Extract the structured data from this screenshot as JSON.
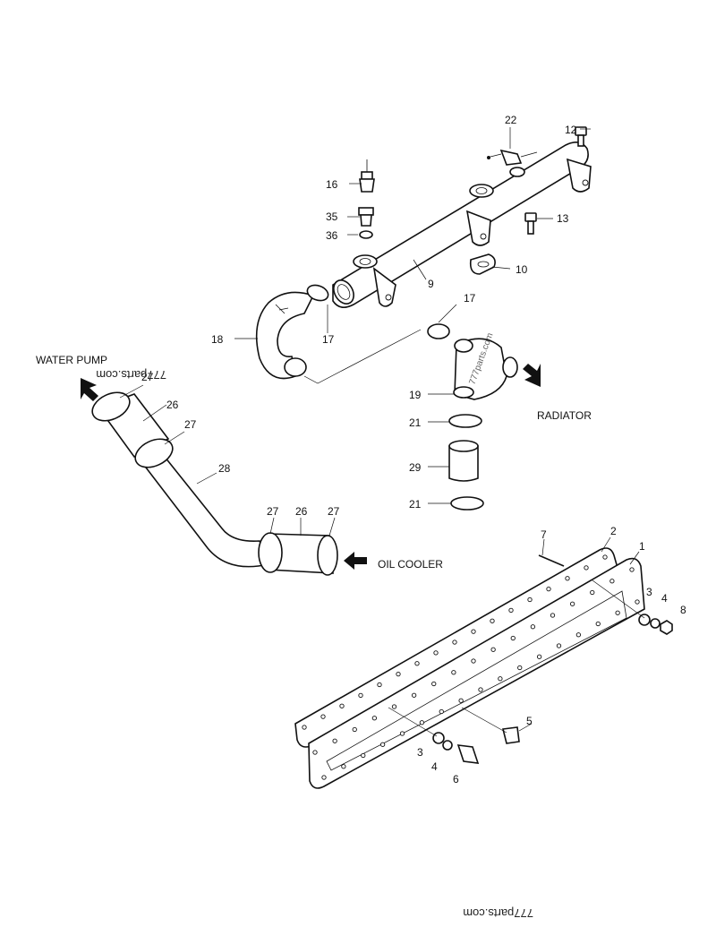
{
  "labels": {
    "water_pump": "WATER PUMP",
    "radiator": "RADIATOR",
    "oil_cooler": "OIL COOLER"
  },
  "watermarks": {
    "top": "777parts.com",
    "bottom": "777parts.com",
    "side": "777parts.com"
  },
  "callouts": {
    "c1": "1",
    "c2": "2",
    "c3a": "3",
    "c3b": "3",
    "c4a": "4",
    "c4b": "4",
    "c5": "5",
    "c6": "6",
    "c7": "7",
    "c8": "8",
    "c9": "9",
    "c10": "10",
    "c12": "12",
    "c13": "13",
    "c16": "16",
    "c17a": "17",
    "c17b": "17",
    "c18": "18",
    "c19": "19",
    "c21a": "21",
    "c21b": "21",
    "c22": "22",
    "c26a": "26",
    "c26b": "26",
    "c27a": "27",
    "c27b": "27",
    "c27c": "27",
    "c27d": "27",
    "c28": "28",
    "c29": "29",
    "c35": "35",
    "c36": "36"
  }
}
